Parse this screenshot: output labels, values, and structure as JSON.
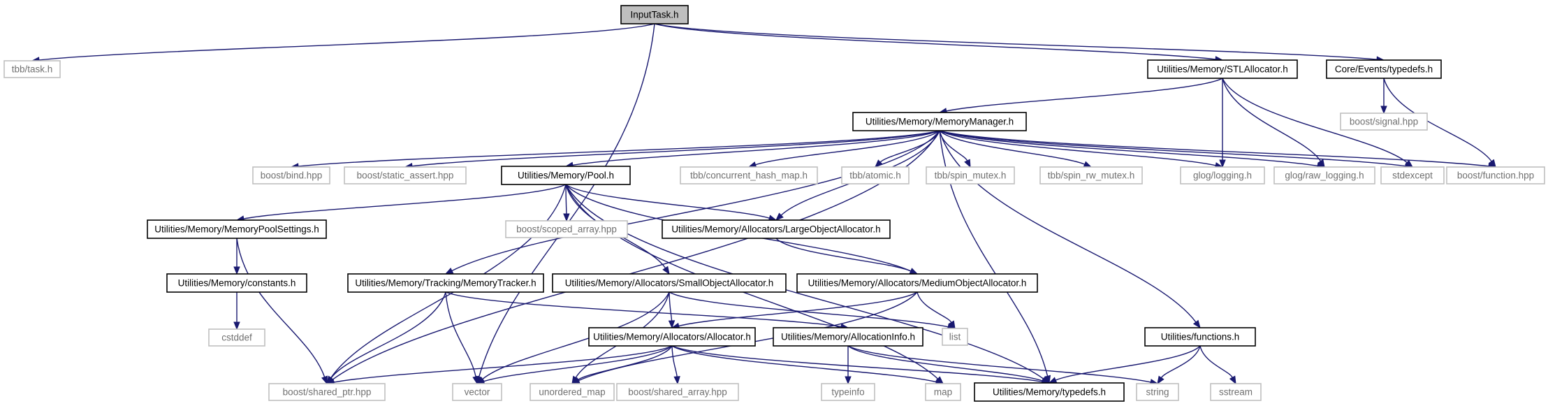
{
  "colors": {
    "edge": "#191970",
    "local_border": "#000000",
    "external_border": "#bfbfbf",
    "root_fill": "#bfbfbf"
  },
  "nodes": {
    "input_task": "InputTask.h",
    "tbb_task": "tbb/task.h",
    "stl_allocator": "Utilities/Memory/STLAllocator.h",
    "core_events_typedefs": "Core/Events/typedefs.h",
    "boost_signal": "boost/signal.hpp",
    "memory_manager": "Utilities/Memory/MemoryManager.h",
    "boost_bind": "boost/bind.hpp",
    "boost_static_assert": "boost/static_assert.hpp",
    "pool": "Utilities/Memory/Pool.h",
    "tbb_concurrent_hash_map": "tbb/concurrent_hash_map.h",
    "tbb_atomic": "tbb/atomic.h",
    "tbb_spin_mutex": "tbb/spin_mutex.h",
    "tbb_spin_rw_mutex": "tbb/spin_rw_mutex.h",
    "glog_logging": "glog/logging.h",
    "glog_raw_logging": "glog/raw_logging.h",
    "stdexcept": "stdexcept",
    "boost_function": "boost/function.hpp",
    "memory_pool_settings": "Utilities/Memory/MemoryPoolSettings.h",
    "boost_scoped_array": "boost/scoped_array.hpp",
    "large_object_allocator": "Utilities/Memory/Allocators/LargeObjectAllocator.h",
    "constants": "Utilities/Memory/constants.h",
    "memory_tracker": "Utilities/Memory/Tracking/MemoryTracker.h",
    "small_object_allocator": "Utilities/Memory/Allocators/SmallObjectAllocator.h",
    "medium_object_allocator": "Utilities/Memory/Allocators/MediumObjectAllocator.h",
    "cstddef": "cstddef",
    "allocator": "Utilities/Memory/Allocators/Allocator.h",
    "allocation_info": "Utilities/Memory/AllocationInfo.h",
    "list": "list",
    "functions": "Utilities/functions.h",
    "boost_shared_ptr": "boost/shared_ptr.hpp",
    "vector": "vector",
    "unordered_map": "unordered_map",
    "boost_shared_array": "boost/shared_array.hpp",
    "typeinfo": "typeinfo",
    "map": "map",
    "memory_typedefs": "Utilities/Memory/typedefs.h",
    "string": "string",
    "sstream": "sstream"
  },
  "edges": [
    [
      "input_task",
      "tbb_task"
    ],
    [
      "input_task",
      "vector"
    ],
    [
      "input_task",
      "stl_allocator"
    ],
    [
      "input_task",
      "core_events_typedefs"
    ],
    [
      "core_events_typedefs",
      "boost_signal"
    ],
    [
      "core_events_typedefs",
      "boost_function"
    ],
    [
      "stl_allocator",
      "memory_manager"
    ],
    [
      "stl_allocator",
      "glog_logging"
    ],
    [
      "stl_allocator",
      "glog_raw_logging"
    ],
    [
      "stl_allocator",
      "stdexcept"
    ],
    [
      "memory_manager",
      "boost_shared_ptr"
    ],
    [
      "memory_manager",
      "boost_bind"
    ],
    [
      "memory_manager",
      "boost_static_assert"
    ],
    [
      "memory_manager",
      "pool"
    ],
    [
      "memory_manager",
      "tbb_concurrent_hash_map"
    ],
    [
      "memory_manager",
      "tbb_atomic"
    ],
    [
      "memory_manager",
      "tbb_spin_mutex"
    ],
    [
      "memory_manager",
      "tbb_spin_rw_mutex"
    ],
    [
      "memory_manager",
      "glog_logging"
    ],
    [
      "memory_manager",
      "glog_raw_logging"
    ],
    [
      "memory_manager",
      "stdexcept"
    ],
    [
      "memory_manager",
      "boost_function"
    ],
    [
      "memory_manager",
      "memory_tracker"
    ],
    [
      "memory_manager",
      "large_object_allocator"
    ],
    [
      "memory_manager",
      "memory_typedefs"
    ],
    [
      "memory_manager",
      "functions"
    ],
    [
      "pool",
      "memory_pool_settings"
    ],
    [
      "pool",
      "boost_scoped_array"
    ],
    [
      "pool",
      "large_object_allocator"
    ],
    [
      "pool",
      "small_object_allocator"
    ],
    [
      "pool",
      "medium_object_allocator"
    ],
    [
      "pool",
      "boost_shared_ptr"
    ],
    [
      "pool",
      "map"
    ],
    [
      "pool",
      "memory_typedefs"
    ],
    [
      "memory_pool_settings",
      "constants"
    ],
    [
      "memory_pool_settings",
      "boost_shared_ptr"
    ],
    [
      "constants",
      "cstddef"
    ],
    [
      "large_object_allocator",
      "medium_object_allocator"
    ],
    [
      "memory_tracker",
      "boost_shared_ptr"
    ],
    [
      "memory_tracker",
      "vector"
    ],
    [
      "memory_tracker",
      "allocation_info"
    ],
    [
      "small_object_allocator",
      "allocator"
    ],
    [
      "small_object_allocator",
      "list"
    ],
    [
      "small_object_allocator",
      "vector"
    ],
    [
      "small_object_allocator",
      "unordered_map"
    ],
    [
      "medium_object_allocator",
      "allocator"
    ],
    [
      "medium_object_allocator",
      "list"
    ],
    [
      "medium_object_allocator",
      "unordered_map"
    ],
    [
      "allocator",
      "boost_shared_ptr"
    ],
    [
      "allocator",
      "vector"
    ],
    [
      "allocator",
      "unordered_map"
    ],
    [
      "allocator",
      "boost_shared_array"
    ],
    [
      "allocator",
      "map"
    ],
    [
      "allocator",
      "memory_typedefs"
    ],
    [
      "allocation_info",
      "typeinfo"
    ],
    [
      "allocation_info",
      "memory_typedefs"
    ],
    [
      "allocation_info",
      "string"
    ],
    [
      "functions",
      "memory_typedefs"
    ],
    [
      "functions",
      "string"
    ],
    [
      "functions",
      "sstream"
    ]
  ]
}
